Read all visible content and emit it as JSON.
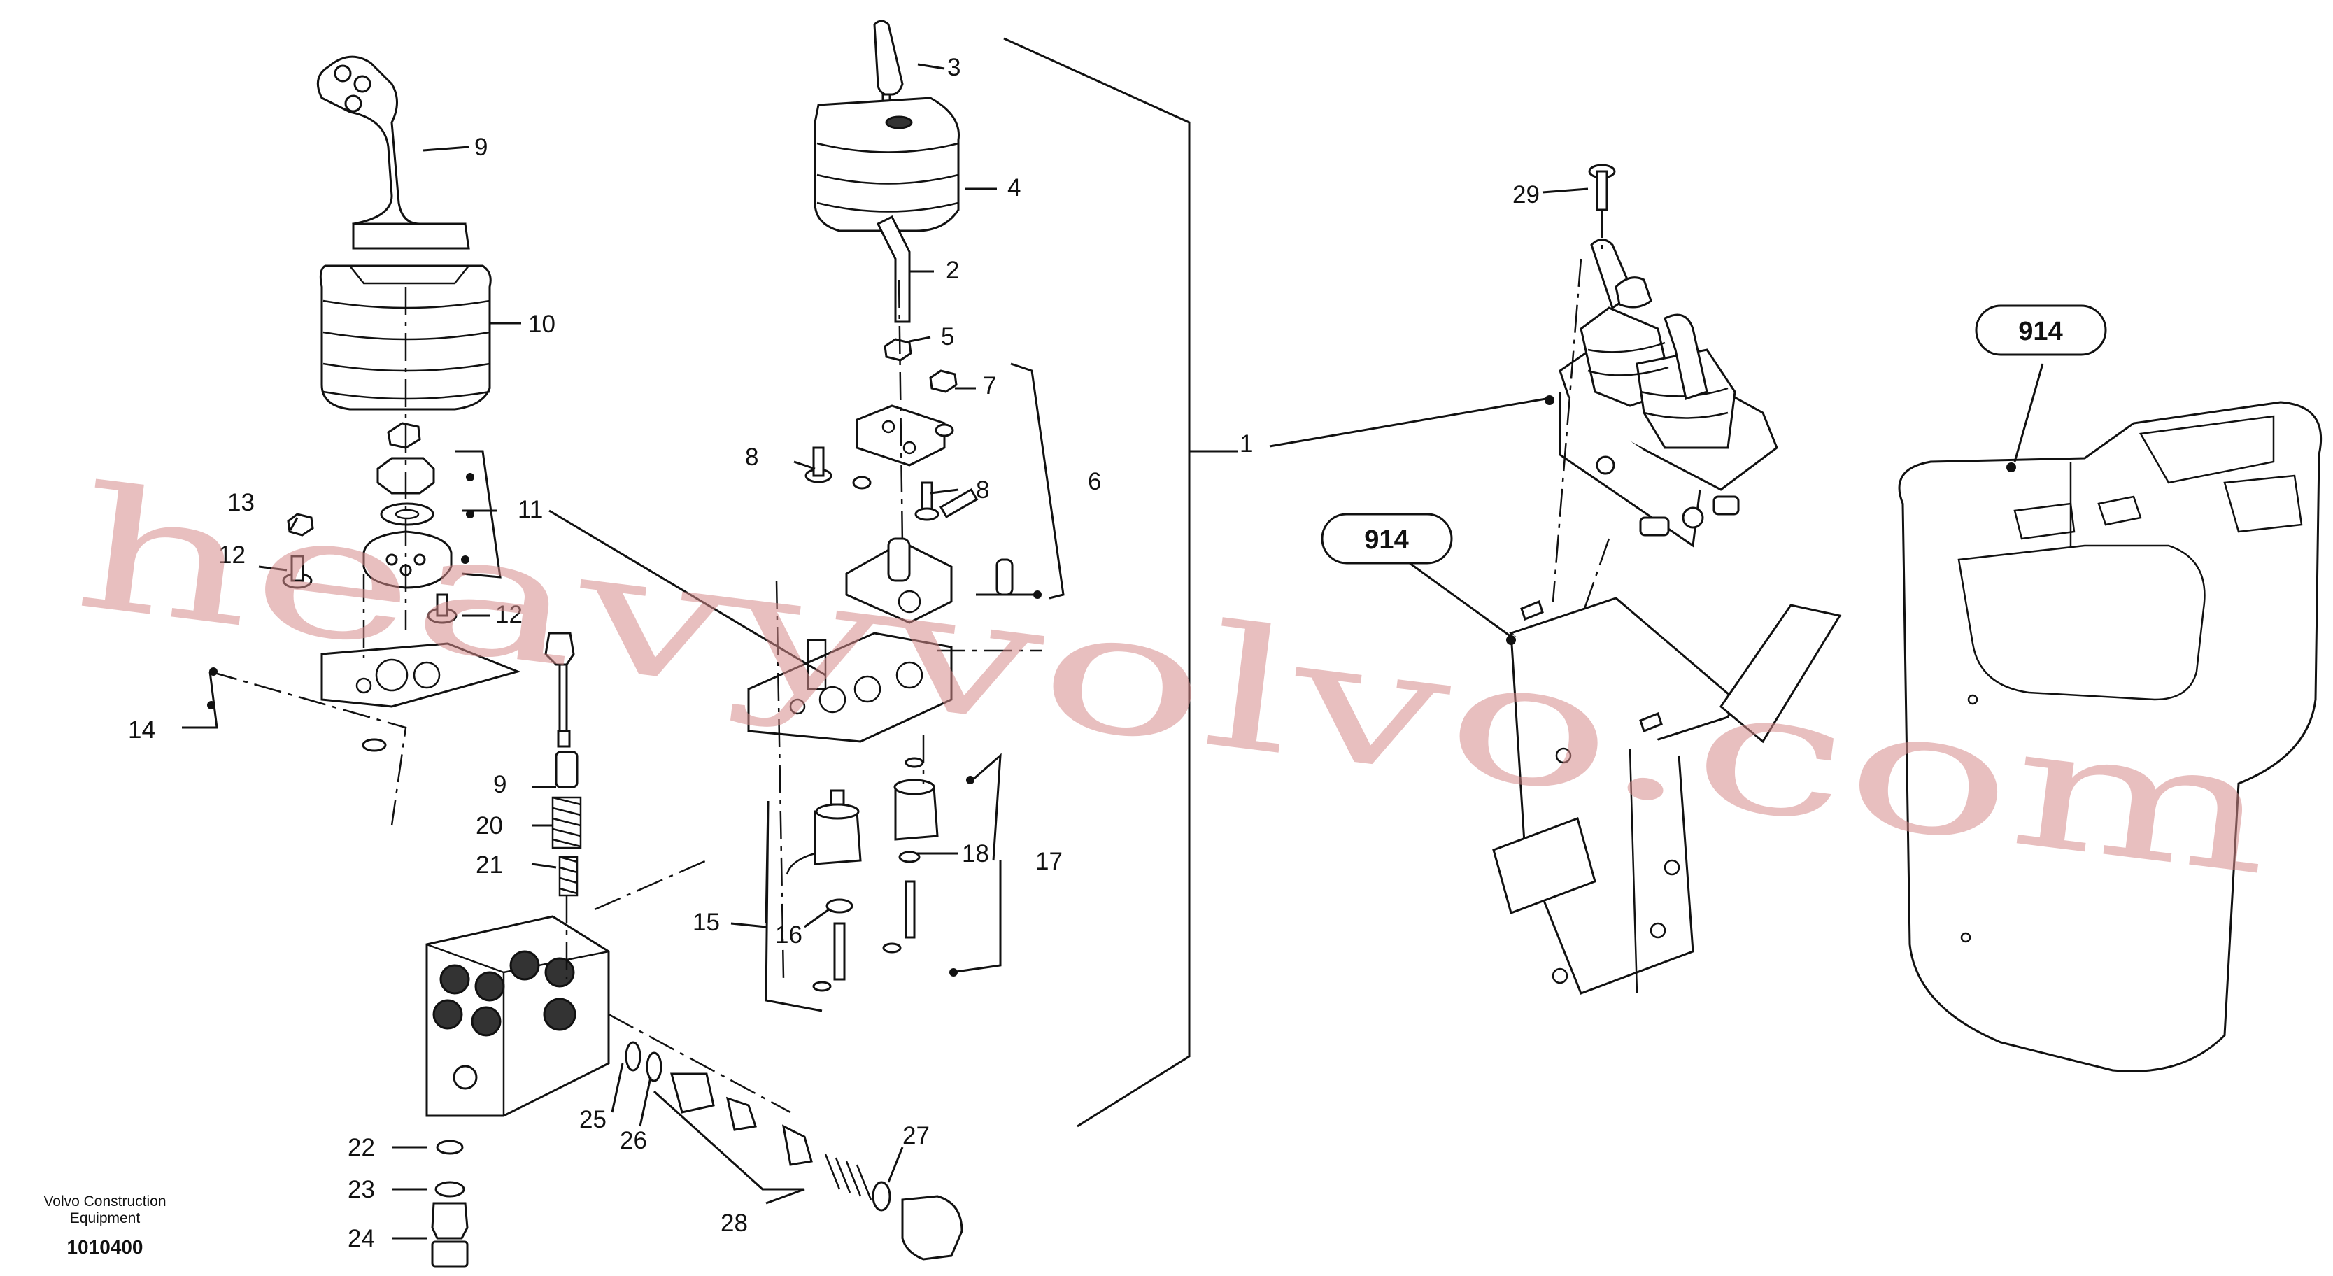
{
  "callouts": {
    "c1": "1",
    "c2": "2",
    "c3": "3",
    "c4": "4",
    "c5": "5",
    "c6": "6",
    "c7": "7",
    "c8a": "8",
    "c8b": "8",
    "c9a": "9",
    "c9b": "9",
    "c10": "10",
    "c11": "11",
    "c12a": "12",
    "c12b": "12",
    "c13": "13",
    "c14": "14",
    "c15": "15",
    "c16": "16",
    "c17": "17",
    "c18": "18",
    "c20": "20",
    "c21": "21",
    "c22": "22",
    "c23": "23",
    "c24": "24",
    "c25": "25",
    "c26": "26",
    "c27": "27",
    "c28": "28",
    "c29": "29"
  },
  "badges": {
    "b914a": "914",
    "b914b": "914"
  },
  "footer": {
    "company_line1": "Volvo Construction",
    "company_line2": "Equipment",
    "drawing_number": "1010400"
  },
  "watermark": {
    "text": "heavyvolvo.com"
  }
}
